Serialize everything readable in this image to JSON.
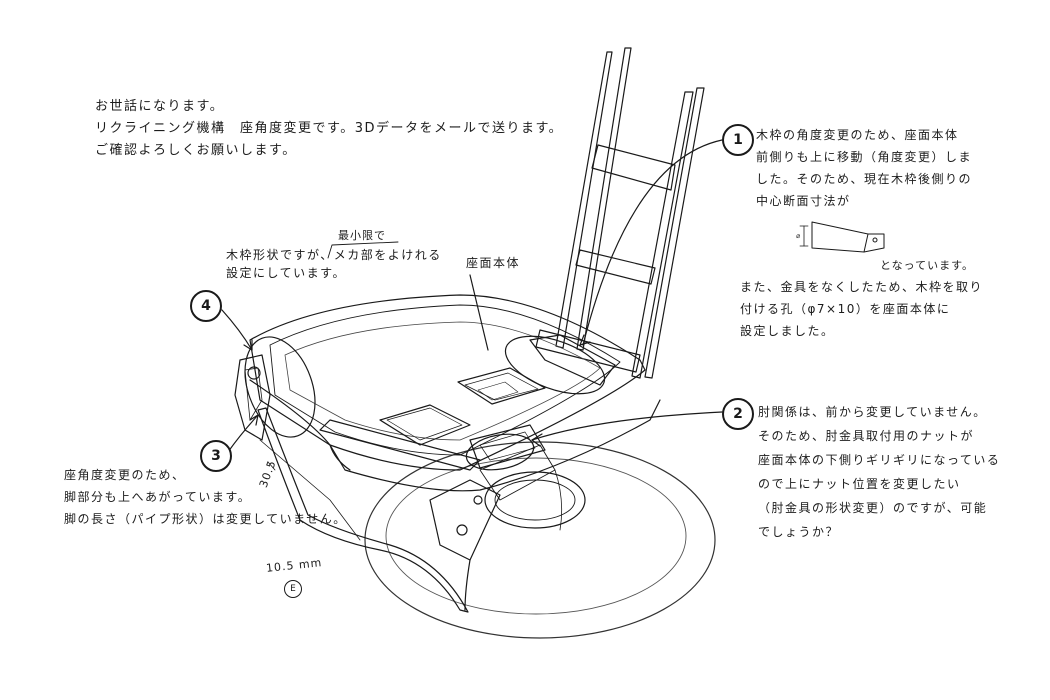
{
  "intro": [
    "お世話になります。",
    "リクライニング機構　座角度変更です。3Dデータをメールで送ります。",
    "ご確認よろしくお願いします。"
  ],
  "note_top_left": [
    "木枠形状ですが、メカ部をよけれる",
    "設定にしています。"
  ],
  "note_minimum": "最小限で",
  "label_seat_body": "座面本体",
  "callouts": {
    "c1": {
      "number": "1",
      "lines": [
        "木枠の角度変更のため、座面本体",
        "前側りも上に移動（角度変更）しま",
        "した。そのため、現在木枠後側りの",
        "中心断面寸法が"
      ],
      "after_sketch": "となっています。",
      "more": [
        "また、金具をなくしたため、木枠を取り",
        "付ける孔（φ7×10）を座面本体に",
        "設定しました。"
      ]
    },
    "c2": {
      "number": "2",
      "lines": [
        "肘関係は、前から変更していません。",
        "そのため、肘金具取付用のナットが",
        "座面本体の下側りギリギリになっている",
        "ので上にナット位置を変更したい",
        "（肘金具の形状変更）のですが、可能",
        "でしょうか？"
      ]
    },
    "c3": {
      "number": "3",
      "lines": [
        "座角度変更のため、",
        "脚部分も上へあがっています。",
        "脚の長さ（パイプ形状）は変更していません。"
      ]
    },
    "c4": {
      "number": "4"
    }
  },
  "dim_30_5": "30.5",
  "dim_10_5": "10.5 mm",
  "dim_mark": "E",
  "colors": {
    "ink": "#1a1a1a",
    "light": "#6b6b6b"
  }
}
